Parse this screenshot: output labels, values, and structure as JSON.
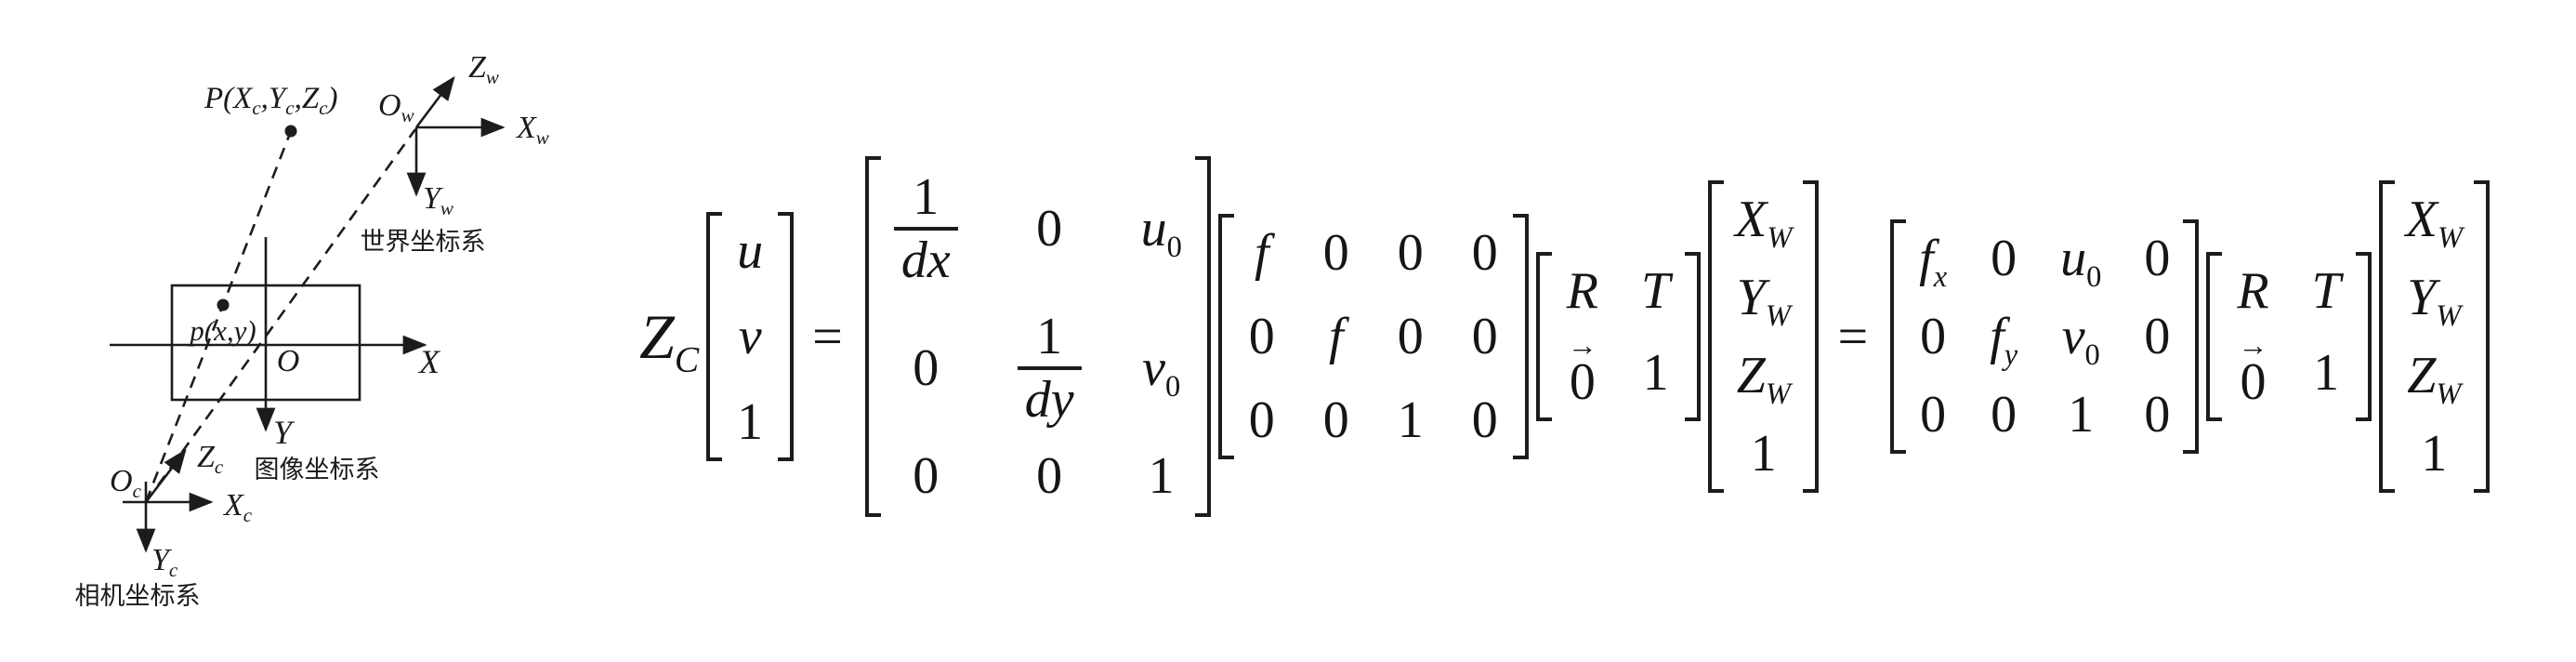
{
  "diagram": {
    "world_system_label": "世界坐标系",
    "image_system_label": "图像坐标系",
    "camera_system_label": "相机坐标系",
    "point_P": {
      "p1": "P(X",
      "s1": "c",
      "p2": ",Y",
      "s2": "c",
      "p3": ",Z",
      "s3": "c",
      "p4": ")"
    },
    "point_p": "p(x,y)",
    "image_origin": "O",
    "image_x_axis": "X",
    "image_y_axis": "Y",
    "world_origin": {
      "base": "O",
      "sub": "w"
    },
    "world_z_axis": {
      "base": "Z",
      "sub": "w"
    },
    "world_x_axis": {
      "base": "X",
      "sub": "w"
    },
    "world_y_axis": {
      "base": "Y",
      "sub": "w"
    },
    "camera_origin": {
      "base": "O",
      "sub": "c"
    },
    "camera_z_axis": {
      "base": "Z",
      "sub": "c"
    },
    "camera_x_axis": {
      "base": "X",
      "sub": "c"
    },
    "camera_y_axis": {
      "base": "Y",
      "sub": "c"
    }
  },
  "equation": {
    "coefficient": {
      "base": "Z",
      "sub": "C"
    },
    "eq1": "=",
    "eq2": "=",
    "uv1_vector": {
      "r1": "u",
      "r2": "v",
      "r3": "1"
    },
    "pixel_matrix": {
      "r1c1": {
        "num": "1",
        "den": "dx"
      },
      "r1c2": "0",
      "r1c3": {
        "base": "u",
        "sub": "0"
      },
      "r2c1": "0",
      "r2c2": {
        "num": "1",
        "den": "dy"
      },
      "r2c3": {
        "base": "v",
        "sub": "0"
      },
      "r3c1": "0",
      "r3c2": "0",
      "r3c3": "1"
    },
    "focal_matrix": {
      "rows": [
        [
          "f",
          "0",
          "0",
          "0"
        ],
        [
          "0",
          "f",
          "0",
          "0"
        ],
        [
          "0",
          "0",
          "1",
          "0"
        ]
      ]
    },
    "extrinsic_matrix": {
      "R": "R",
      "T": "T",
      "zero_vec": {
        "arrow": "→",
        "base": "0"
      },
      "one": "1"
    },
    "world_vector": {
      "r1": {
        "base": "X",
        "sub": "W"
      },
      "r2": {
        "base": "Y",
        "sub": "W"
      },
      "r3": {
        "base": "Z",
        "sub": "W"
      },
      "r4": "1"
    },
    "intrinsic_matrix": {
      "r1c1": {
        "base": "f",
        "sub": "x"
      },
      "r1c2": "0",
      "r1c3": {
        "base": "u",
        "sub": "0"
      },
      "r1c4": "0",
      "r2c1": "0",
      "r2c2": {
        "base": "f",
        "sub": "y"
      },
      "r2c3": {
        "base": "v",
        "sub": "0"
      },
      "r2c4": "0",
      "r3c1": "0",
      "r3c2": "0",
      "r3c3": "1",
      "r3c4": "0"
    }
  }
}
